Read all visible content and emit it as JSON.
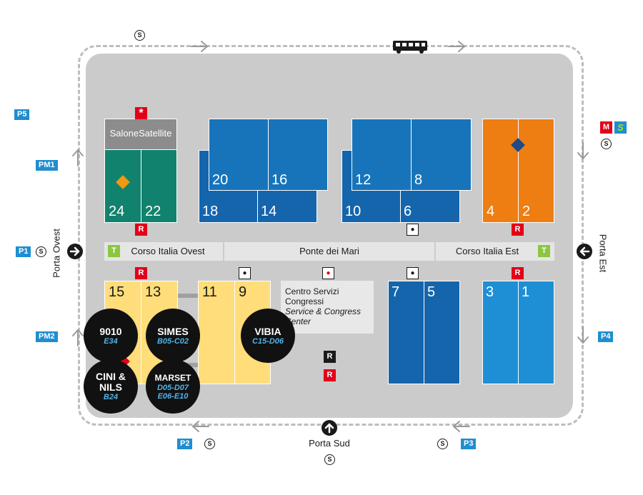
{
  "colors": {
    "ground": "#cbcbcb",
    "route": "#bdbdbd",
    "satellite_green": "#11826e",
    "blue_dark": "#1565ad",
    "blue_mid": "#1774ba",
    "blue_light": "#1e8fd5",
    "orange": "#ee7d12",
    "yellow": "#ffdd7a",
    "restaurant_red": "#e2001a",
    "parking_blue": "#1f8ed0",
    "brand_circle": "#111111",
    "brand_code": "#4fb3e8"
  },
  "salone_satellite": {
    "label": "SaloneSatellite"
  },
  "pavilions": {
    "p24": "24",
    "p22": "22",
    "p20": "20",
    "p16": "16",
    "p18": "18",
    "p14": "14",
    "p12": "12",
    "p8": "8",
    "p10": "10",
    "p6": "6",
    "p4": "4",
    "p2": "2",
    "p15": "15",
    "p13": "13",
    "p11": "11",
    "p9": "9",
    "p7": "7",
    "p5": "5",
    "p3": "3",
    "p1": "1"
  },
  "roads": {
    "ovest": "Corso Italia Ovest",
    "mari": "Ponte dei Mari",
    "est": "Corso Italia Est"
  },
  "services": {
    "line1": "Centro Servizi",
    "line2": "Congressi",
    "line3": "Service & Congress",
    "line4": "Center"
  },
  "brands": [
    {
      "name": "9010",
      "code": "E34"
    },
    {
      "name": "SIMES",
      "code": "B05-C02"
    },
    {
      "name": "VIBIA",
      "code": "C15-D06"
    },
    {
      "name_line1": "CINI &",
      "name_line2": "NILS",
      "code": "B24"
    },
    {
      "name": "MARSET",
      "code_line1": "D05-D07",
      "code_line2": "E06-E10"
    }
  ],
  "parkings": {
    "p5": "P5",
    "pm1": "PM1",
    "p1": "P1",
    "pm2": "PM2",
    "p2": "P2",
    "p3": "P3",
    "p4": "P4"
  },
  "gates": {
    "ovest": "Porta Ovest",
    "est": "Porta Est",
    "sud": "Porta Sud"
  },
  "symbols": {
    "restaurant": "R",
    "tram": "T",
    "metro": "M",
    "suburban": "S",
    "shuttle": "S",
    "asterisk": "*"
  }
}
